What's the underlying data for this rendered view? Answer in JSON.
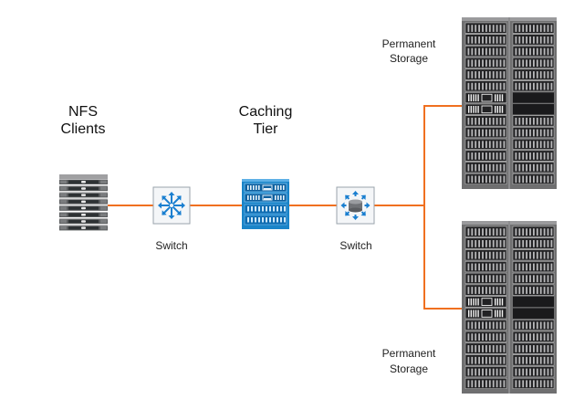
{
  "colors": {
    "link": "#f07020",
    "rack_frame": "#6f6f70",
    "rack_body": "#3a3a3c",
    "drive": "#1e1e20",
    "cache_blue": "#1a84c8",
    "switch_arrow": "#1a7fd0",
    "switch_border": "#9aa3ab"
  },
  "nodes": {
    "nfs_clients": {
      "label_line1": "NFS",
      "label_line2": "Clients",
      "icon": "server-stack-icon"
    },
    "switch_1": {
      "label": "Switch",
      "icon": "switch-layer2-icon"
    },
    "caching_tier": {
      "label_line1": "Caching",
      "label_line2": "Tier",
      "icon": "cache-appliance-icon"
    },
    "switch_2": {
      "label": "Switch",
      "icon": "switch-layer3-icon"
    },
    "storage_top": {
      "label_line1": "Permanent",
      "label_line2": "Storage",
      "icon": "storage-rack-icon"
    },
    "storage_bottom": {
      "label_line1": "Permanent",
      "label_line2": "Storage",
      "icon": "storage-rack-icon"
    }
  },
  "links": [
    {
      "from": "nfs_clients",
      "to": "switch_1"
    },
    {
      "from": "switch_1",
      "to": "caching_tier"
    },
    {
      "from": "caching_tier",
      "to": "switch_2"
    },
    {
      "from": "switch_2",
      "to": "storage_top"
    },
    {
      "from": "switch_2",
      "to": "storage_bottom"
    }
  ]
}
